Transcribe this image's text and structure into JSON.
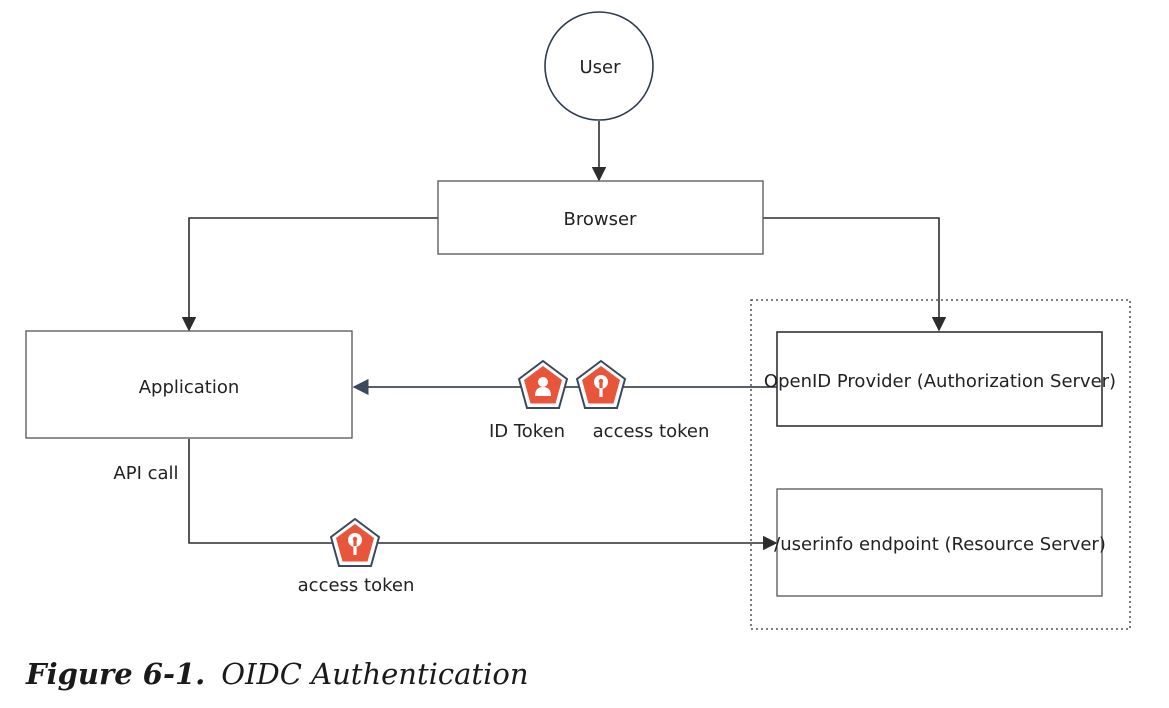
{
  "diagram": {
    "nodes": {
      "user": "User",
      "browser": "Browser",
      "application": "Application",
      "openid_provider": "OpenID Provider (Authorization Server)",
      "userinfo_endpoint": "/userinfo endpoint (Resource Server)"
    },
    "edge_labels": {
      "id_token": "ID Token",
      "access_token_top": "access token",
      "api_call": "API call",
      "access_token_bottom": "access token"
    },
    "icons": {
      "id_token_badge": "user-badge-icon",
      "access_token_badge": "key-badge-icon"
    },
    "colors": {
      "token_badge_fill": "#e8553b",
      "token_badge_outline": "#3a4a5c",
      "flow_arrow": "#3a4a5c"
    }
  },
  "caption": {
    "number": "Figure 6-1.",
    "title": "OIDC Authentication"
  }
}
